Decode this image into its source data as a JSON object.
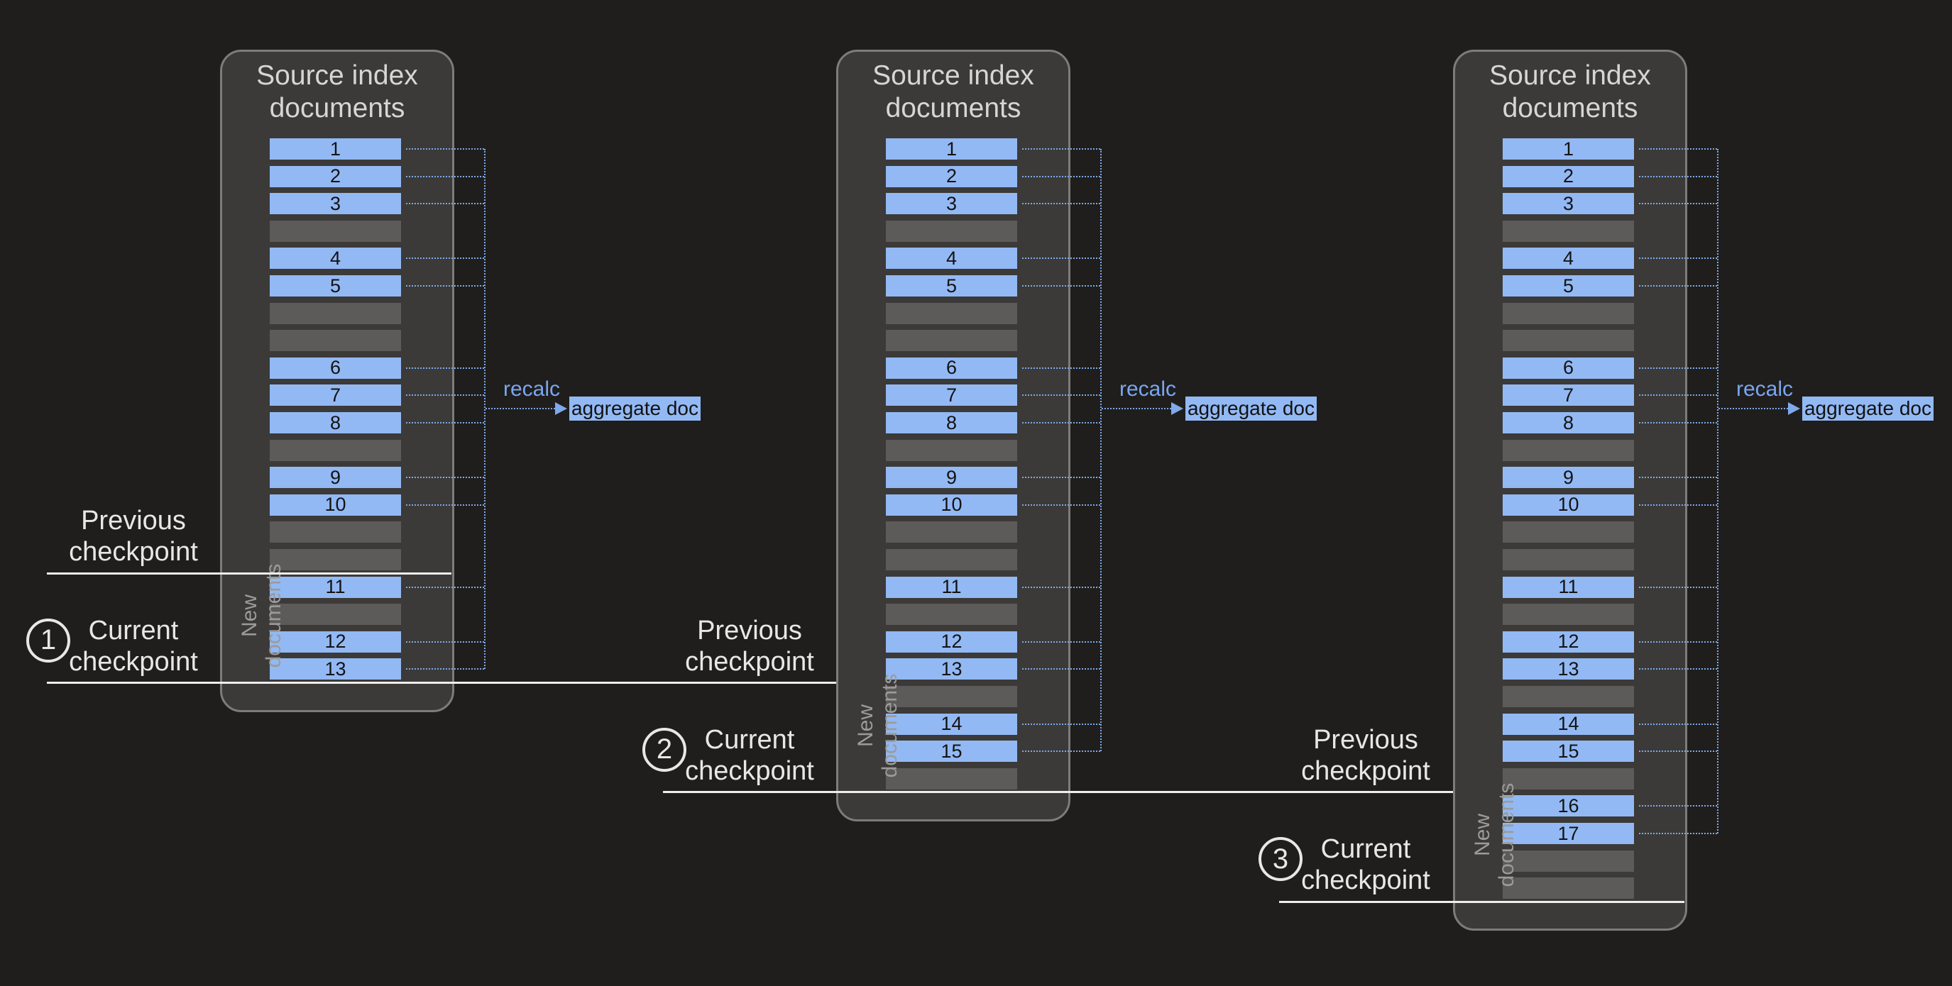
{
  "colors": {
    "background": "#1f1e1c",
    "panel_fill": "#3b3a38",
    "panel_border": "#7d7c7a",
    "document_blue": "#93b9f4",
    "placeholder_gray": "#5c5b59",
    "connector_blue": "#7fa9ea",
    "recalc_text": "#7aa6f2",
    "checkpoint_line": "#f0eeec",
    "label_text": "#e9e7e5",
    "title_text": "#d8d6d3",
    "new_documents_text": "#9c9b99",
    "document_number_text": "#131313"
  },
  "labels": {
    "recalc": "recalc",
    "aggregate_doc": "aggregate doc",
    "new_documents": [
      "New",
      "documents"
    ],
    "previous_checkpoint": [
      "Previous",
      "checkpoint"
    ],
    "current_checkpoint": [
      "Current",
      "checkpoint"
    ]
  },
  "panels": [
    {
      "title": [
        "Source index",
        "documents"
      ],
      "checkpoint_number": "1",
      "previous_checkpoint_after_row": 16,
      "rows": [
        "1",
        "2",
        "3",
        null,
        "4",
        "5",
        null,
        null,
        "6",
        "7",
        "8",
        null,
        "9",
        "10",
        null,
        null,
        "11",
        null,
        "12",
        "13"
      ]
    },
    {
      "title": [
        "Source index",
        "documents"
      ],
      "checkpoint_number": "2",
      "previous_checkpoint_after_row": 20,
      "rows": [
        "1",
        "2",
        "3",
        null,
        "4",
        "5",
        null,
        null,
        "6",
        "7",
        "8",
        null,
        "9",
        "10",
        null,
        null,
        "11",
        null,
        "12",
        "13",
        null,
        "14",
        "15",
        null
      ]
    },
    {
      "title": [
        "Source index",
        "documents"
      ],
      "checkpoint_number": "3",
      "previous_checkpoint_after_row": 24,
      "rows": [
        "1",
        "2",
        "3",
        null,
        "4",
        "5",
        null,
        null,
        "6",
        "7",
        "8",
        null,
        "9",
        "10",
        null,
        null,
        "11",
        null,
        "12",
        "13",
        null,
        "14",
        "15",
        null,
        "16",
        "17",
        null,
        null
      ]
    }
  ]
}
